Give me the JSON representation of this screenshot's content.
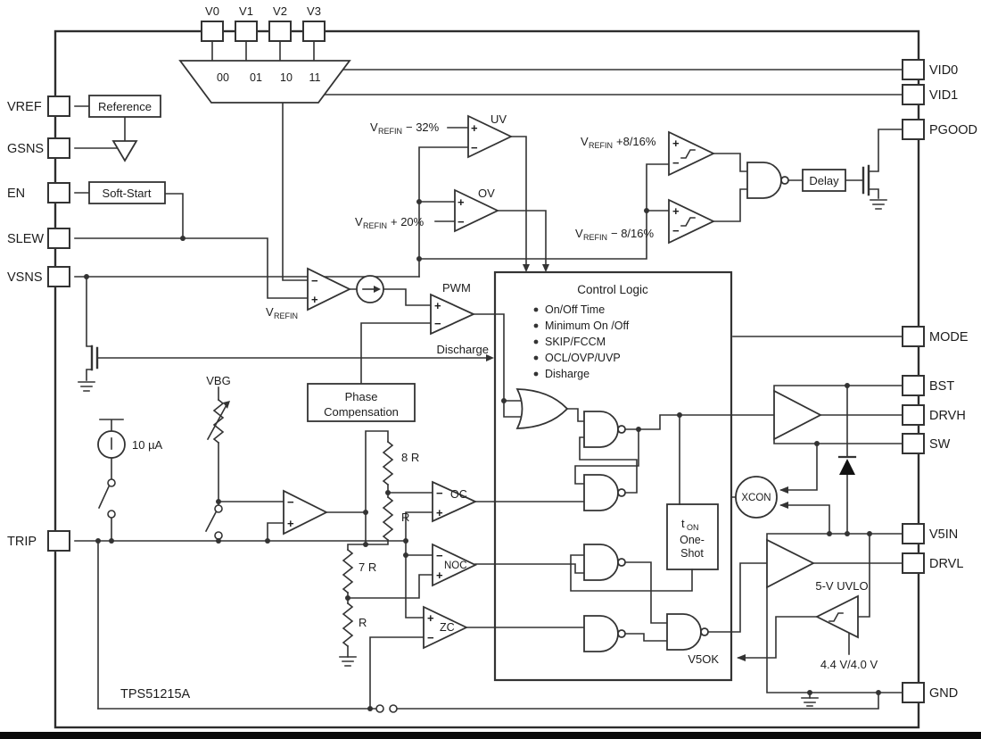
{
  "chip": {
    "part_number": "TPS51215A"
  },
  "colors": {
    "line": "#333333",
    "background": "#ffffff",
    "diode_fill": "#111111"
  },
  "pins": {
    "top": [
      "V0",
      "V1",
      "V2",
      "V3"
    ],
    "left": [
      "VREF",
      "GSNS",
      "EN",
      "SLEW",
      "VSNS",
      "TRIP"
    ],
    "right": [
      "VID0",
      "VID1",
      "PGOOD",
      "MODE",
      "BST",
      "DRVH",
      "SW",
      "V5IN",
      "DRVL",
      "GND"
    ]
  },
  "mux": {
    "select": [
      "00",
      "01",
      "10",
      "11"
    ]
  },
  "blocks": {
    "reference": "Reference",
    "soft_start": "Soft-Start",
    "phase1": "Phase",
    "phase2": "Compensation",
    "delay": "Delay",
    "control_logic": {
      "title": "Control Logic",
      "bullets": [
        "On/Off Time",
        "Minimum On /Off",
        "SKIP/FCCM",
        "OCL/OVP/UVP",
        "Disharge"
      ]
    },
    "one_shot": {
      "t": "t",
      "sub": "ON",
      "line2": "One-",
      "line3": "Shot"
    },
    "xcon": "XCON",
    "uvlo_title": "5-V UVLO",
    "uvlo_threshold": "4.4 V/4.0 V",
    "v5ok": "V5OK"
  },
  "comparators": {
    "uv": "UV",
    "ov": "OV",
    "pwm": "PWM",
    "oc": "OC",
    "noc": "NOC",
    "zc": "ZC"
  },
  "signals": {
    "v": "V",
    "refin": "REFIN",
    "uv_suffix": "− 32%",
    "ov_suffix": "+ 20%",
    "pgood_high_suffix": "+8/16%",
    "pgood_low_suffix": "− 8/16%",
    "discharge": "Discharge",
    "vbg": "VBG",
    "bias_current": "10 µA",
    "r8": "8 R",
    "r": "R",
    "r7": "7 R"
  },
  "signs": {
    "plus": "+",
    "minus": "−"
  }
}
